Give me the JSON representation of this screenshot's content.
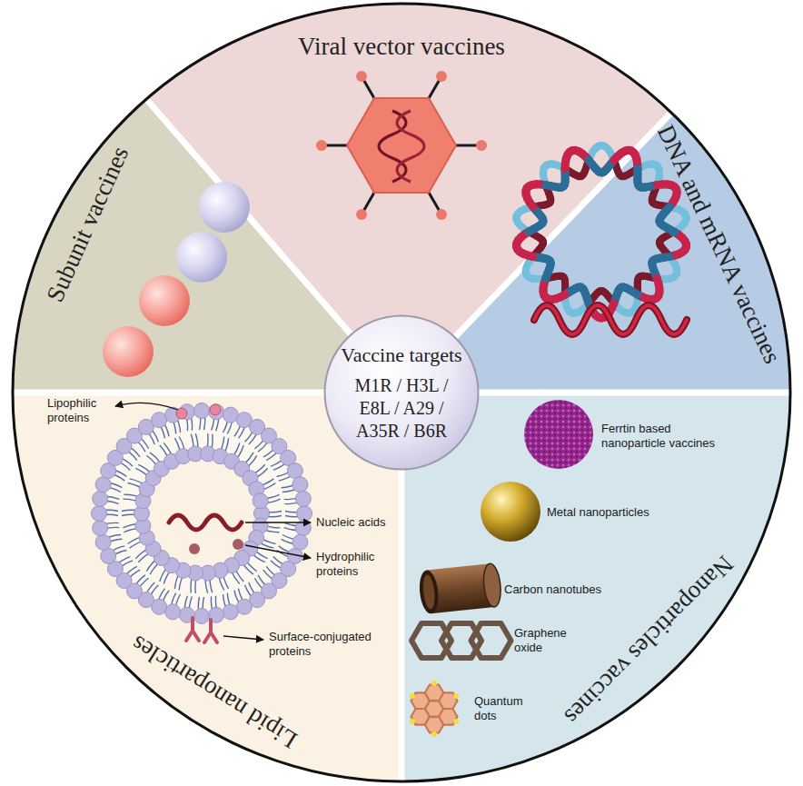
{
  "diagram": {
    "nodes": [
      {
        "text": [
          "Subunit vaccines"
        ]
      },
      {
        "text": [
          "Viral vector vaccines"
        ]
      },
      {
        "text": [
          "DNA and mRNA vaccines"
        ]
      },
      {
        "text": [
          "Vaccine targets",
          "M1R / H3L / E8L / A29 / A35R / B6R"
        ]
      },
      {
        "text": [
          "Lipid nanoparticles"
        ]
      },
      {
        "text": [
          "Nanoparticles vaccines"
        ]
      }
    ],
    "labels": [
      "Lipophilic proteins",
      "Nucleic acids",
      "Hydrophilic proteins",
      "Surface-conjugated proteins",
      "Ferrtin based nanoparticle vaccines",
      "Metal nanoparticles",
      "Carbon nanotubes",
      "Graphene oxide",
      "Quantum dots"
    ]
  }
}
